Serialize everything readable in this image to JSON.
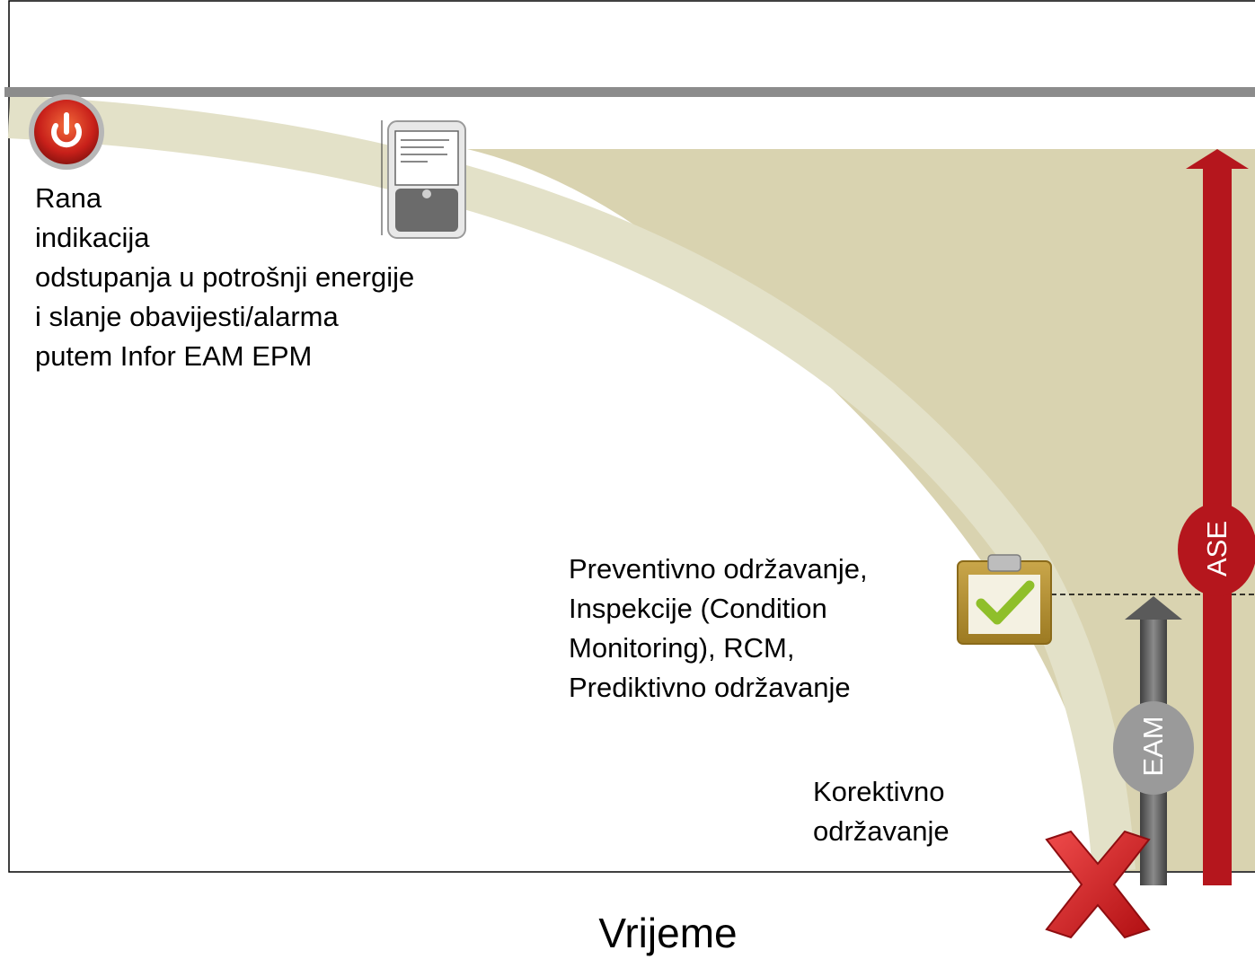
{
  "labels": {
    "early_indication": [
      "Rana",
      "indikacija",
      "odstupanja u potrošnji energije",
      "i slanje obavijesti/alarma",
      "putem Infor EAM EPM"
    ],
    "preventive": [
      "Preventivno održavanje,",
      "Inspekcije (Condition",
      "Monitoring), RCM,",
      "Prediktivno održavanje"
    ],
    "corrective": [
      "Korektivno",
      "održavanje"
    ],
    "ase": "ASE",
    "eam": "EAM",
    "x_axis": "Vrijeme"
  },
  "icons": {
    "power": "power-icon",
    "phone": "smartphone-icon",
    "clipboard": "clipboard-check-icon",
    "failure": "red-x-icon"
  },
  "colors": {
    "area_fill": "#d9d3b0",
    "curve_band": "#e3e1c8",
    "top_bar": "#8c8c8c",
    "ase_red": "#b5161d",
    "eam_gray": "#5a5a5a",
    "eam_badge": "#9a9a9a"
  }
}
